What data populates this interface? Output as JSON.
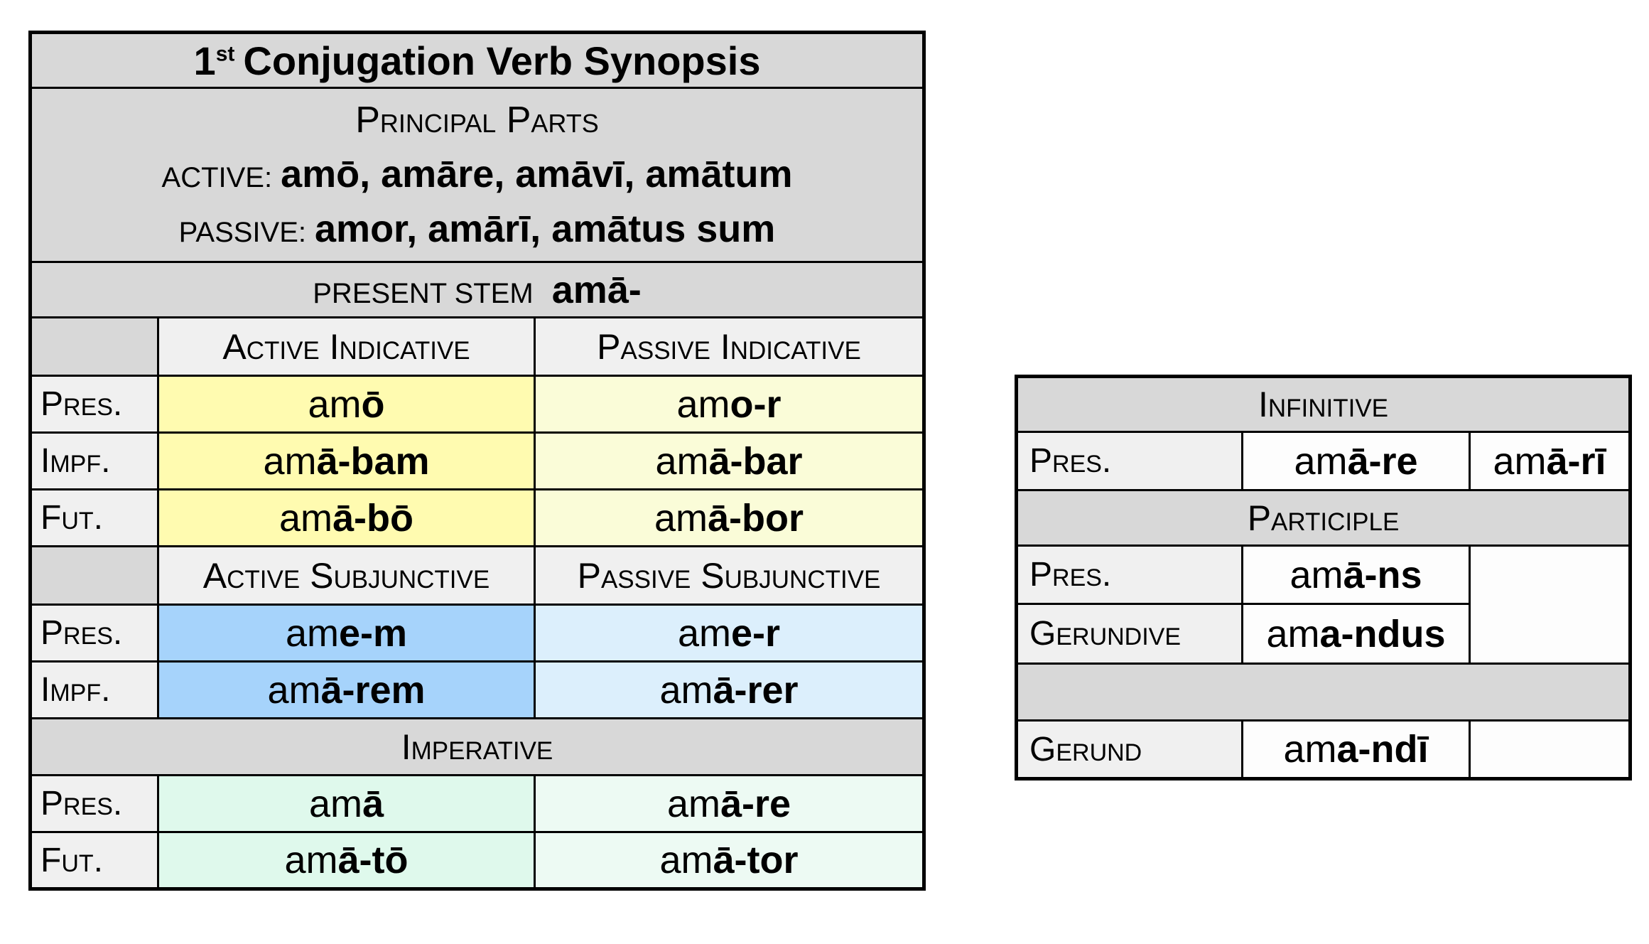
{
  "colors": {
    "header_gray": "#d8d8d8",
    "subheader_light": "#f0f0f0",
    "active_indicative_yellow": "#fffbb0",
    "passive_indicative_pale_yellow": "#fafcd8",
    "active_subjunctive_blue": "#a6d3fb",
    "passive_subjunctive_pale_blue": "#dceffc",
    "active_imperative_green": "#dff9ec",
    "passive_imperative_pale_green": "#edfaf3",
    "border": "#000000"
  },
  "main_table": {
    "title": {
      "number": "1",
      "ordinal": "st",
      "rest": "Conjugation Verb Synopsis"
    },
    "principal_parts": {
      "heading": "Principal Parts",
      "active_label": "ACTIVE:",
      "active_forms": "amō, amāre, amāvī, amātum",
      "passive_label": "PASSIVE:",
      "passive_forms": "amor, amārī, amātus sum"
    },
    "present_stem": {
      "label": "PRESENT STEM",
      "stem": "amā-"
    },
    "indicative": {
      "active_header": "Active Indicative",
      "passive_header": "Passive Indicative",
      "rows": [
        {
          "label": "Pres.",
          "active": {
            "plain": "am",
            "bold": "ō"
          },
          "passive": {
            "plain": "am",
            "bold": "o-r"
          }
        },
        {
          "label": "Impf.",
          "active": {
            "plain": "am",
            "bold": "ā-bam"
          },
          "passive": {
            "plain": "am",
            "bold": "ā-bar"
          }
        },
        {
          "label": "Fut.",
          "active": {
            "plain": "am",
            "bold": "ā-bō"
          },
          "passive": {
            "plain": "am",
            "bold": "ā-bor"
          }
        }
      ]
    },
    "subjunctive": {
      "active_header": "Active Subjunctive",
      "passive_header": "Passive Subjunctive",
      "rows": [
        {
          "label": "Pres.",
          "active": {
            "plain": "am",
            "bold": "e-m"
          },
          "passive": {
            "plain": "am",
            "bold": "e-r"
          }
        },
        {
          "label": "Impf.",
          "active": {
            "plain": "am",
            "bold": "ā-rem"
          },
          "passive": {
            "plain": "am",
            "bold": "ā-rer"
          }
        }
      ]
    },
    "imperative": {
      "heading": "Imperative",
      "rows": [
        {
          "label": "Pres.",
          "active": {
            "plain": "am",
            "bold": "ā"
          },
          "passive": {
            "plain": "am",
            "bold": "ā-re"
          }
        },
        {
          "label": "Fut.",
          "active": {
            "plain": "am",
            "bold": "ā-tō"
          },
          "passive": {
            "plain": "am",
            "bold": "ā-tor"
          }
        }
      ]
    }
  },
  "side_table": {
    "infinitive_heading": "Infinitive",
    "infinitive_row": {
      "label": "Pres.",
      "active": {
        "plain": "am",
        "bold": "ā-re"
      },
      "passive": {
        "plain": "am",
        "bold": "ā-rī"
      }
    },
    "participle_heading": "Participle",
    "participle_rows": [
      {
        "label": "Pres.",
        "form": {
          "plain": "am",
          "bold": "ā-ns"
        }
      },
      {
        "label": "Gerundive",
        "form": {
          "plain": "am",
          "bold": "a-ndus"
        }
      }
    ],
    "gerund_row": {
      "label": "Gerund",
      "form": {
        "plain": "am",
        "bold": "a-ndī"
      }
    }
  }
}
